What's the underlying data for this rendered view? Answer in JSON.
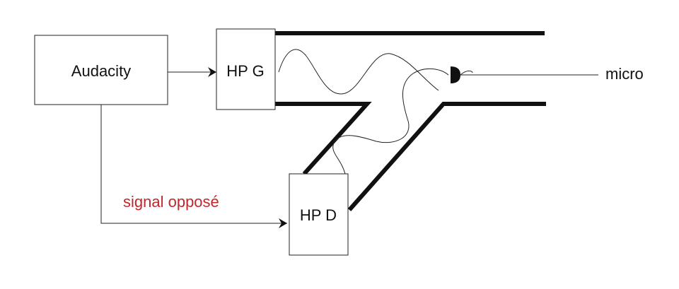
{
  "diagram": {
    "audacity_label": "Audacity",
    "hp_g_label": "HP G",
    "hp_d_label": "HP D",
    "mic_label": "micro",
    "signal_label": "signal opposé"
  },
  "colors": {
    "line": "#111111",
    "signal_text": "#c0282d"
  }
}
